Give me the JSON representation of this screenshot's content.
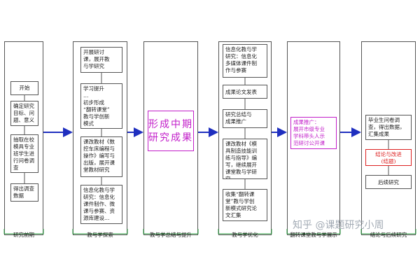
{
  "stages": [
    {
      "label": "研究前期",
      "boxes": [
        "开始",
        "确定研究\n目标、问\n题、意义",
        "抽取在校\n模具专业\n班学生进\n行问卷调\n查",
        "得出调查\n数据"
      ]
    },
    {
      "label": "教与学探索",
      "boxes": [
        "开展研讨\n课，展开教\n与学研究",
        "学习提升\n…\n初步形成\n“翻转课堂”\n教与学创新\n模式",
        "课改教材《数\n控车床编程与\n操作》编写与\n出版，展开课\n堂教材研究",
        "信息化教与学\n研究：信息化\n课件制作、微\n课与参赛、资\n源库建设…"
      ]
    },
    {
      "label": "教与学总结与提升",
      "big": "形成中期\n研究成果"
    },
    {
      "label": "教与学优化",
      "boxes": [
        "信息化教与学\n研究：信息化\n多媒体课件制\n作与参赛",
        "成果论文发表",
        "研究总结与\n成果推广",
        "课改教材《模\n具制造技能训\n练与指导》编\n写，继续展开\n课堂教与学研\n究",
        "收集“翻转课\n堂”教与学创\n新模式研究论\n文汇集"
      ]
    },
    {
      "label": "翻转课堂教与学展示",
      "box": "成果推广：\n展开市级专业\n学科带头人示\n范研讨公开课"
    },
    {
      "label": "结论与后续研究",
      "boxes": [
        "毕业生问卷调\n查，得出数据，\n汇集成果",
        "结论与改进\n(结题)",
        "后续研究"
      ]
    }
  ],
  "watermark": "知乎 @课题研究小周"
}
